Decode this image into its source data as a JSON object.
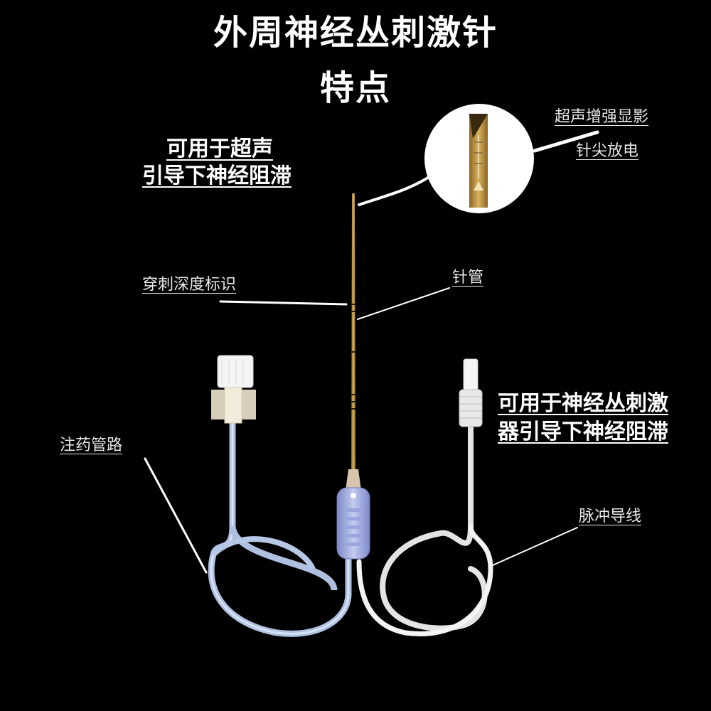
{
  "title": {
    "line1": "外周神经丛刺激针",
    "line2": "特点"
  },
  "labels": {
    "ultrasound_guided": [
      "可用于超声",
      "引导下神经阻滞"
    ],
    "stimulator_guided": [
      "可用于神经丛刺激",
      "器引导下神经阻滞"
    ],
    "ultrasound_enhanced": "超声增强显影",
    "tip_discharge": "针尖放电",
    "depth_marking": "穿刺深度标识",
    "needle_tube": "针管",
    "injection_line": "注药管路",
    "pulse_wire": "脉冲导线"
  },
  "colors": {
    "background": "#000000",
    "text": "#ffffff",
    "needle": "#b08a3c",
    "injection_tube": "#b9cdea",
    "pulse_wire": "#f2f2f2",
    "hub": "#8f9bd8"
  }
}
